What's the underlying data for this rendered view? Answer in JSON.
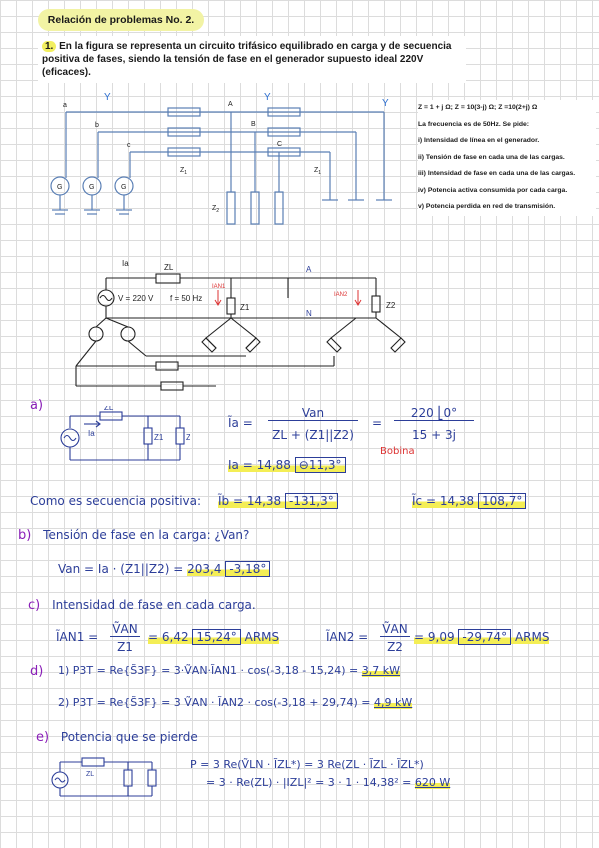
{
  "title": "Relación de problemas No. 2.",
  "problem": {
    "number": "1.",
    "statement": "En la figura se representa un circuito trifásico equilibrado en carga y de secuencia positiva de fases, siendo la tensión de fase en el generador supuesto ideal 220V (eficaces)."
  },
  "diagram_labels": {
    "y1": "Y",
    "y2": "Y",
    "y3": "Y",
    "a": "a",
    "b": "b",
    "c": "c",
    "A": "A",
    "B": "B",
    "C": "C",
    "g": "G",
    "z1_left": "Z",
    "z1_right": "Z",
    "z2": "Z",
    "sub1": "1",
    "sub2": "2"
  },
  "given": {
    "impedances": "Z = 1 + j Ω; Z = 10(3-j) Ω; Z =10(2+j) Ω",
    "frequency": "La frecuencia es de 50Hz. Se pide:",
    "items": [
      "i) Intensidad de línea en el generador.",
      "ii) Tensión de fase en cada una de las cargas.",
      "iii) Intensidad de fase en cada una de las cargas.",
      "iv) Potencia activa consumida por cada carga.",
      "v) Potencia perdida en red de transmisión."
    ]
  },
  "sketch_labels": {
    "ia": "Ia",
    "zl": "ZL",
    "v": "V = 220 V",
    "f": "f = 50 Hz",
    "ian1": "IAN1",
    "ian2": "IAN2",
    "z1": "Z1",
    "z2": "Z2",
    "A": "A",
    "N": "N"
  },
  "solution": {
    "a": {
      "label": "a)",
      "zl": "ZL",
      "ia": "Ia",
      "z1": "Z1",
      "z2": "Z2",
      "eq1_lhs": "Ĩa =",
      "eq1_num": "Van",
      "eq1_den": "ZL + (Z1||Z2)",
      "eq1_eq": "=",
      "eq1_num2": "220 ⎣0°",
      "eq1_den2": "15 + 3j",
      "result": "Ia = 14,88",
      "result_angle": "⊖11,3°",
      "bobina": "Bobina",
      "seq_text": "Como es secuencia positiva:",
      "ib": "Ĩb = 14,38",
      "ib_angle": "-131,3°",
      "ic": "Ĩc = 14,38",
      "ic_angle": "108,7°"
    },
    "b": {
      "label": "b)",
      "text": "Tensión de fase en la carga: ¿Van?",
      "eq": "Van = Ia · (Z1||Z2) =",
      "result": "203,4",
      "angle": "-3,18°"
    },
    "c": {
      "label": "c)",
      "text": "Intensidad de fase en cada carga.",
      "i1_lhs": "ĨAN1 =",
      "i1_num": "ṼAN",
      "i1_den": "Z1",
      "i1_result": "= 6,42",
      "i1_angle": "15,24°",
      "i1_unit": "ARMS",
      "i2_lhs": "ĨAN2 =",
      "i2_num": "ṼAN",
      "i2_den": "Z2",
      "i2_result": "= 9,09",
      "i2_angle": "-29,74°",
      "i2_unit": "ARMS"
    },
    "d": {
      "label": "d)",
      "line1": "1) P3T = Re{S̃3F} = 3·ṼAN·ĨAN1 · cos(-3,18 - 15,24) =",
      "result1": "3,7 kW",
      "line2": "2) P3T = Re{S̃3F} = 3 ṼAN · ĨAN2 · cos(-3,18 + 29,74) =",
      "result2": "4,9 kW"
    },
    "e": {
      "label": "e)",
      "text": "Potencia que se pierde",
      "zl": "ZL",
      "line1": "P = 3 Re(ṼLN · ĨZL*) = 3 Re(ZL · ĨZL · ĨZL*)",
      "line2": "= 3 · Re(ZL) · |IZL|² = 3 · 1 · 14,38² =",
      "result": "620 W"
    }
  }
}
